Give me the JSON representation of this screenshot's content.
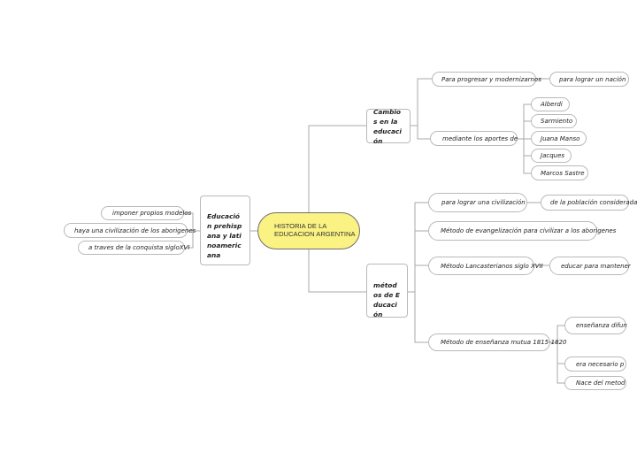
{
  "root": {
    "title": "HISTORIA DE LA EDUCACION ARGENTINA"
  },
  "left": {
    "topic": "Educación prehispana y latinoamericana",
    "items": [
      "imponer propios modelos",
      "haya una civilización de los aborigenes",
      "a traves de la conquista sigloXVI"
    ]
  },
  "upper": {
    "topic": "Cambios en la educación",
    "progress": "Para progresar y modernizarnos",
    "progress_child": "para lograr un nación",
    "contributions": "mediante los aportes de",
    "people": [
      "Alberdi",
      "Sarmiento",
      "Juana Manso",
      "Jacques",
      "Marcos Sastre"
    ]
  },
  "lower": {
    "topic": "métodos de Educación",
    "civilization": "para lograr una civilización",
    "civilization_child": "de la población considerada",
    "evangelization": "Método de evangelización para civilizar a los aborigenes",
    "lancaster": "Método Lancasterianos siglo XVII",
    "lancaster_child": "educar para mantener",
    "mutual": "Método de enseñanza mutua 1815-1820",
    "mutual_children": [
      "enseñanza difun",
      "era necesario p",
      "Nace del metod"
    ]
  },
  "colors": {
    "root_fill": "#faf282",
    "connector": "#a9a9a9",
    "node_border": "#b9b9b9"
  }
}
